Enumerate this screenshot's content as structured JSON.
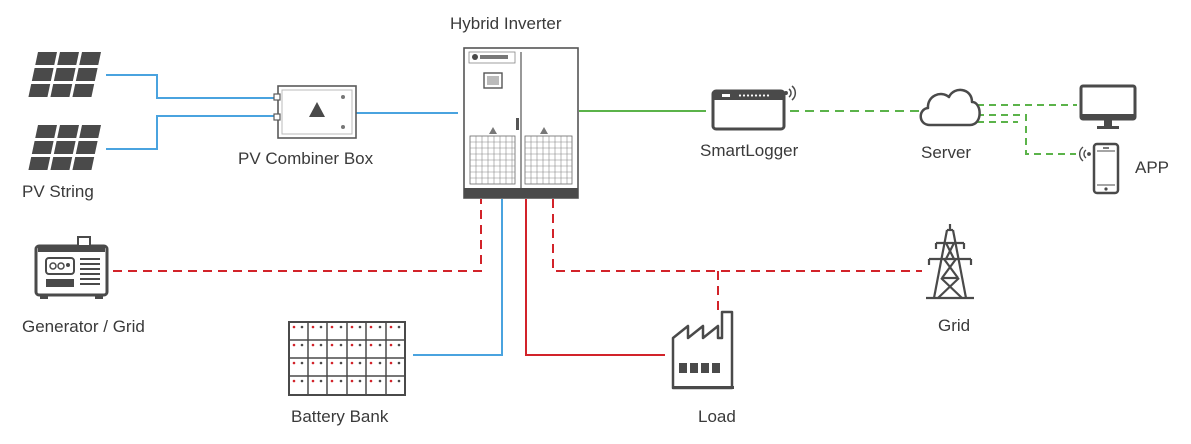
{
  "labels": {
    "hybrid_inverter": "Hybrid Inverter",
    "pv_combiner_box": "PV Combiner Box",
    "pv_string": "PV String",
    "smartlogger": "SmartLogger",
    "server": "Server",
    "app": "APP",
    "generator_grid": "Generator / Grid",
    "grid": "Grid",
    "battery_bank": "Battery Bank",
    "load": "Load"
  },
  "colors": {
    "dc_line": "#4aa3df",
    "ac_line": "#d2232a",
    "comm_line": "#5bb34a",
    "device": "#4a4a4a",
    "text": "#3a3a3a"
  },
  "icons": [
    "solar-panel-icon",
    "combiner-box-icon",
    "inverter-cabinet-icon",
    "smartlogger-icon",
    "cloud-icon",
    "monitor-icon",
    "smartphone-icon",
    "generator-icon",
    "transmission-tower-icon",
    "battery-bank-icon",
    "factory-icon"
  ]
}
